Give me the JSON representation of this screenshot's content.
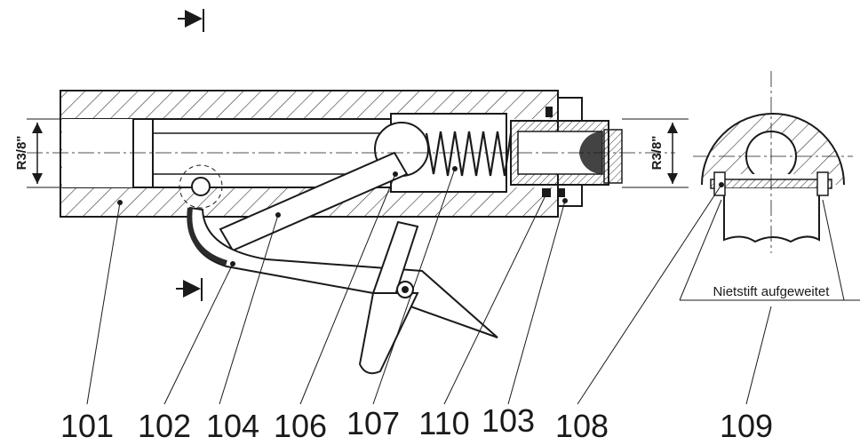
{
  "figure": {
    "reference_numerals": [
      "101",
      "102",
      "104",
      "106",
      "107",
      "110",
      "103",
      "108",
      "109"
    ],
    "thread_label_left": "R3/8\"",
    "thread_label_right": "R3/8\"",
    "annotation": "Nietstift aufgeweitet"
  },
  "colors": {
    "line": "#1a1a1a",
    "hatch": "#333333",
    "seal": "#2b2b2b",
    "background": "#ffffff"
  }
}
